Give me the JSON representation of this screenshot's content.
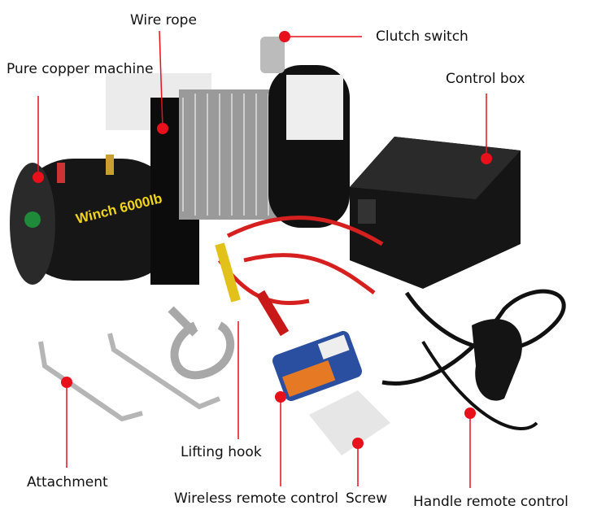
{
  "labels": {
    "wire_rope": "Wire rope",
    "clutch_switch": "Clutch switch",
    "pure_copper_machine": "Pure copper machine",
    "control_box": "Control box",
    "lifting_hook": "Lifting hook",
    "attachment": "Attachment",
    "wireless_remote_control": "Wireless remote control",
    "screw": "Screw",
    "handle_remote_control": "Handle remote control"
  },
  "winch_marking": "Winch 6000lb",
  "colors": {
    "marker": "#e8101a",
    "leader_line": "#e8101a",
    "winch_body": "#111111",
    "winch_text": "#f2d41c"
  }
}
